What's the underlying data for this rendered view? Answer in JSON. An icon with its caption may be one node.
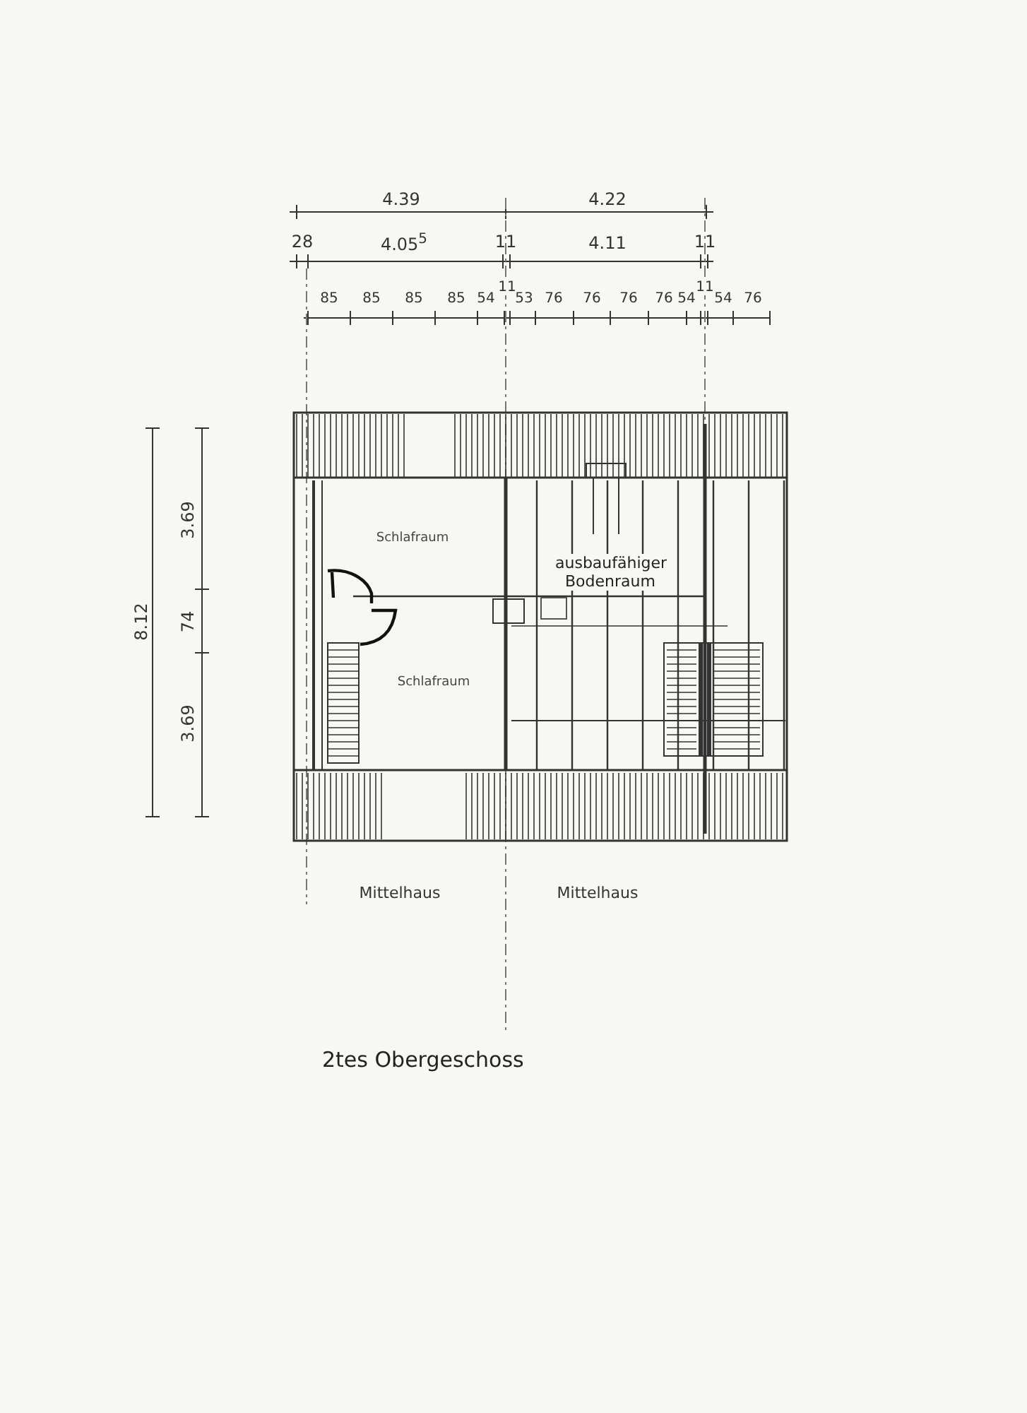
{
  "diagram": {
    "caption": "2tes Obergeschoss",
    "nodes": [
      {
        "text": [
          "Schlafraum"
        ]
      },
      {
        "text": [
          "Schlafraum"
        ]
      },
      {
        "text": [
          "ausbaufähiger Bodenraum"
        ]
      }
    ],
    "edges": [],
    "labels": [
      "4.39",
      "4.22",
      "28",
      "4.05$^{5}$",
      "11",
      "4.11",
      "11",
      "85",
      "85",
      "85",
      "85",
      "54",
      "11",
      "53",
      "76",
      "76",
      "76",
      "76",
      "54",
      "11",
      "54",
      "76",
      "8.12",
      "3.69",
      "74",
      "3.69",
      "Mittelhaus",
      "Mittelhaus"
    ]
  }
}
